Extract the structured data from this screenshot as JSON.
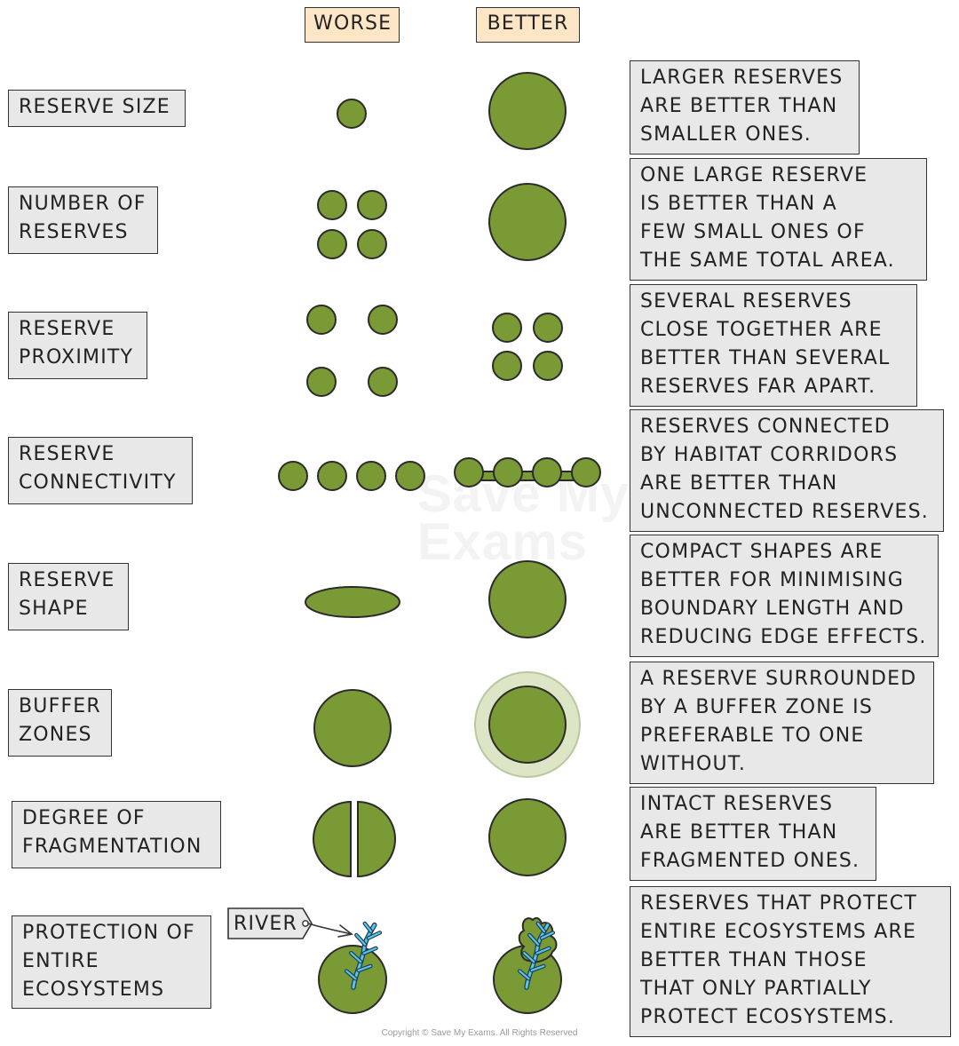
{
  "headers": {
    "worse": "WORSE",
    "better": "BETTER"
  },
  "rows": [
    {
      "label": "RESERVE SIZE",
      "description": "LARGER RESERVES\nARE BETTER THAN\nSMALLER ONES."
    },
    {
      "label": "NUMBER OF\nRESERVES",
      "description": "ONE LARGE RESERVE\nIS BETTER THAN A\nFEW SMALL ONES OF\nTHE SAME TOTAL AREA."
    },
    {
      "label": "RESERVE\nPROXIMITY",
      "description": "SEVERAL RESERVES\nCLOSE TOGETHER ARE\nBETTER THAN SEVERAL\nRESERVES FAR APART."
    },
    {
      "label": "RESERVE\nCONNECTIVITY",
      "description": "RESERVES CONNECTED\nBY HABITAT CORRIDORS\nARE BETTER THAN\nUNCONNECTED RESERVES."
    },
    {
      "label": "RESERVE\nSHAPE",
      "description": "COMPACT SHAPES ARE\nBETTER FOR MINIMISING\nBOUNDARY LENGTH AND\nREDUCING EDGE EFFECTS."
    },
    {
      "label": "BUFFER\nZONES",
      "description": "A RESERVE SURROUNDED\nBY A BUFFER ZONE IS\nPREFERABLE TO ONE\nWITHOUT."
    },
    {
      "label": "DEGREE OF\nFRAGMENTATION",
      "description": "INTACT RESERVES\nARE BETTER THAN\n FRAGMENTED ONES."
    },
    {
      "label": "PROTECTION OF\nENTIRE\nECOSYSTEMS",
      "description": "RESERVES THAT PROTECT\nENTIRE ECOSYSTEMS ARE\nBETTER THAN THOSE\nTHAT ONLY PARTIALLY\nPROTECT ECOSYSTEMS."
    }
  ],
  "river_label": "RIVER",
  "copyright": "Copyright © Save My Exams. All Rights Reserved",
  "watermark": "Save My\nExams",
  "colors": {
    "reserve_fill": "#7a9a35",
    "outline": "#2b2b2b",
    "buffer_zone": "#dce5c6",
    "river": "#5bc7e8",
    "label_box": "#e8e8e8",
    "header_box": "#fde6c6"
  }
}
